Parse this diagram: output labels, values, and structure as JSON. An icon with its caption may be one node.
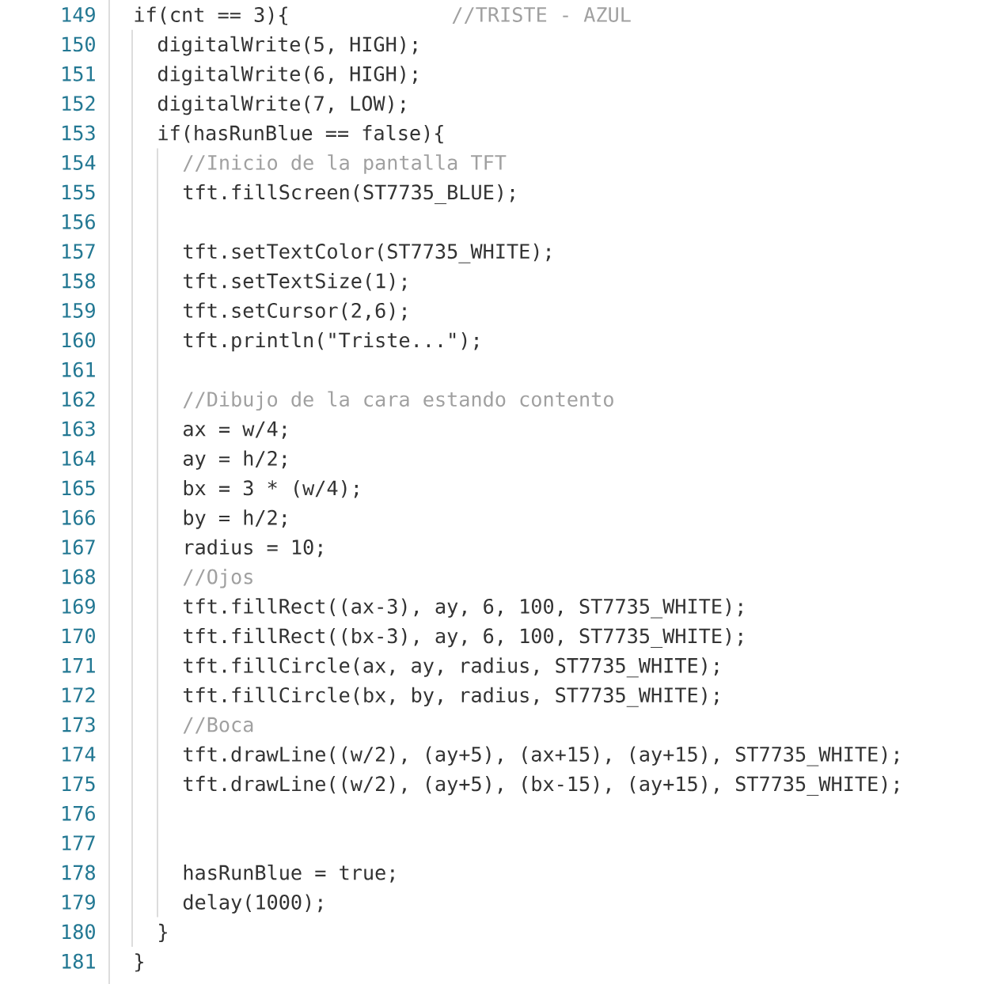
{
  "diagram": {
    "labels": [
      "149",
      "if(cnt == 3){",
      "//TRISTE - AZUL",
      "150",
      "digitalWrite(5, HIGH);",
      "151",
      "digitalWrite(6, HIGH);",
      "152",
      "digitalWrite(7, LOW);",
      "153",
      "if(hasRunBlue == false){",
      "154",
      "//Inicio de la pantalla TFT",
      "155",
      "tft.fillScreen(ST7735_BLUE);",
      "156",
      "157",
      "tft.setTextColor(ST7735_WHITE);",
      "158",
      "tft.setTextSize(1);",
      "159",
      "tft.setCursor(2,6);",
      "160",
      "tft.println(\"Triste...\");",
      "161",
      "162",
      "//Dibujo de la cara estando contento",
      "163",
      "ax = w/4;",
      "164",
      "ay = h/2;",
      "165",
      "bx = 3 * (w/4);",
      "166",
      "by = h/2;",
      "167",
      "radius = 10;",
      "168",
      "//Ojos",
      "169",
      "tft.fillRect((ax-3), ay, 6, 100, ST7735_WHITE);",
      "170",
      "tft.fillRect((bx-3), ay, 6, 100, ST7735_WHITE);",
      "171",
      "tft.fillCircle(ax, ay, radius, ST7735_WHITE);",
      "172",
      "tft.fillCircle(bx, by, radius, ST7735_WHITE);",
      "173",
      "//Boca",
      "174",
      "tft.drawLine((w/2), (ay+5), (ax+15), (ay+15), ST7735_WHITE);",
      "175",
      "tft.drawLine((w/2), (ay+5), (bx-15), (ay+15), ST7735_WHITE);",
      "176",
      "177",
      "178",
      "hasRunBlue = true;",
      "179",
      "delay(1000);",
      "180",
      "}",
      "181",
      "}"
    ]
  }
}
